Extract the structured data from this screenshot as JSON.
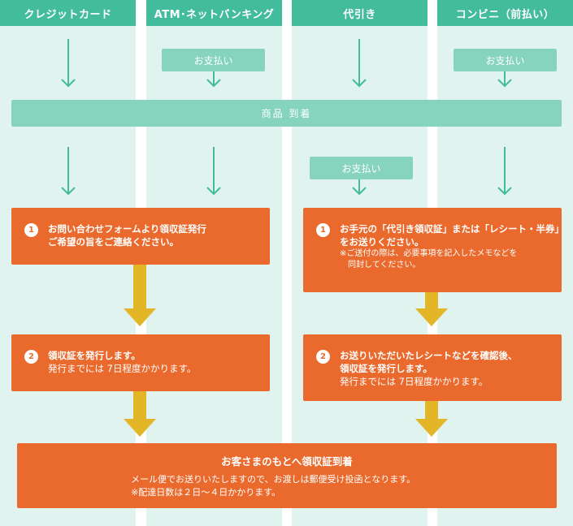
{
  "columns": [
    {
      "header": "クレジットカード"
    },
    {
      "header": "ATM･ネットバンキング"
    },
    {
      "header": "代引き"
    },
    {
      "header": "コンビニ（前払い）"
    }
  ],
  "payment_label": "お支払い",
  "arrival_label": "商品 到着",
  "left_steps": [
    {
      "num": "1",
      "bold1": "お問い合わせフォームより領収証発行",
      "bold2": "ご希望の旨をご連絡ください。"
    },
    {
      "num": "2",
      "bold1": "領収証を発行します。",
      "normal": "発行までには 7日程度かかります。"
    }
  ],
  "right_steps": [
    {
      "num": "1",
      "bold1": "お手元の「代引き領収証」または「レシート・半券」",
      "bold2": "をお送りください。",
      "small1": "※ご送付の際は、必要事項を記入したメモなどを",
      "small2": "　同封してください。"
    },
    {
      "num": "2",
      "bold1": "お送りいただいたレシートなどを確認後、",
      "bold2": "領収証を発行します。",
      "normal": "発行までには 7日程度かかります。"
    }
  ],
  "final": {
    "title": "お客さまのもとへ領収証到着",
    "line1": "メール便でお送りいたしますので、お渡しは郵便受け投函となります。",
    "line2": "※配達日数は２日～４日かかります。"
  },
  "colors": {
    "header": "#43bc9c",
    "column_bg": "#e1f3ee",
    "pay_box": "#86d4be",
    "teal_arrow": "#43bc9c",
    "orange_box": "#ea6a2d",
    "yellow_arrow": "#e2b627"
  }
}
